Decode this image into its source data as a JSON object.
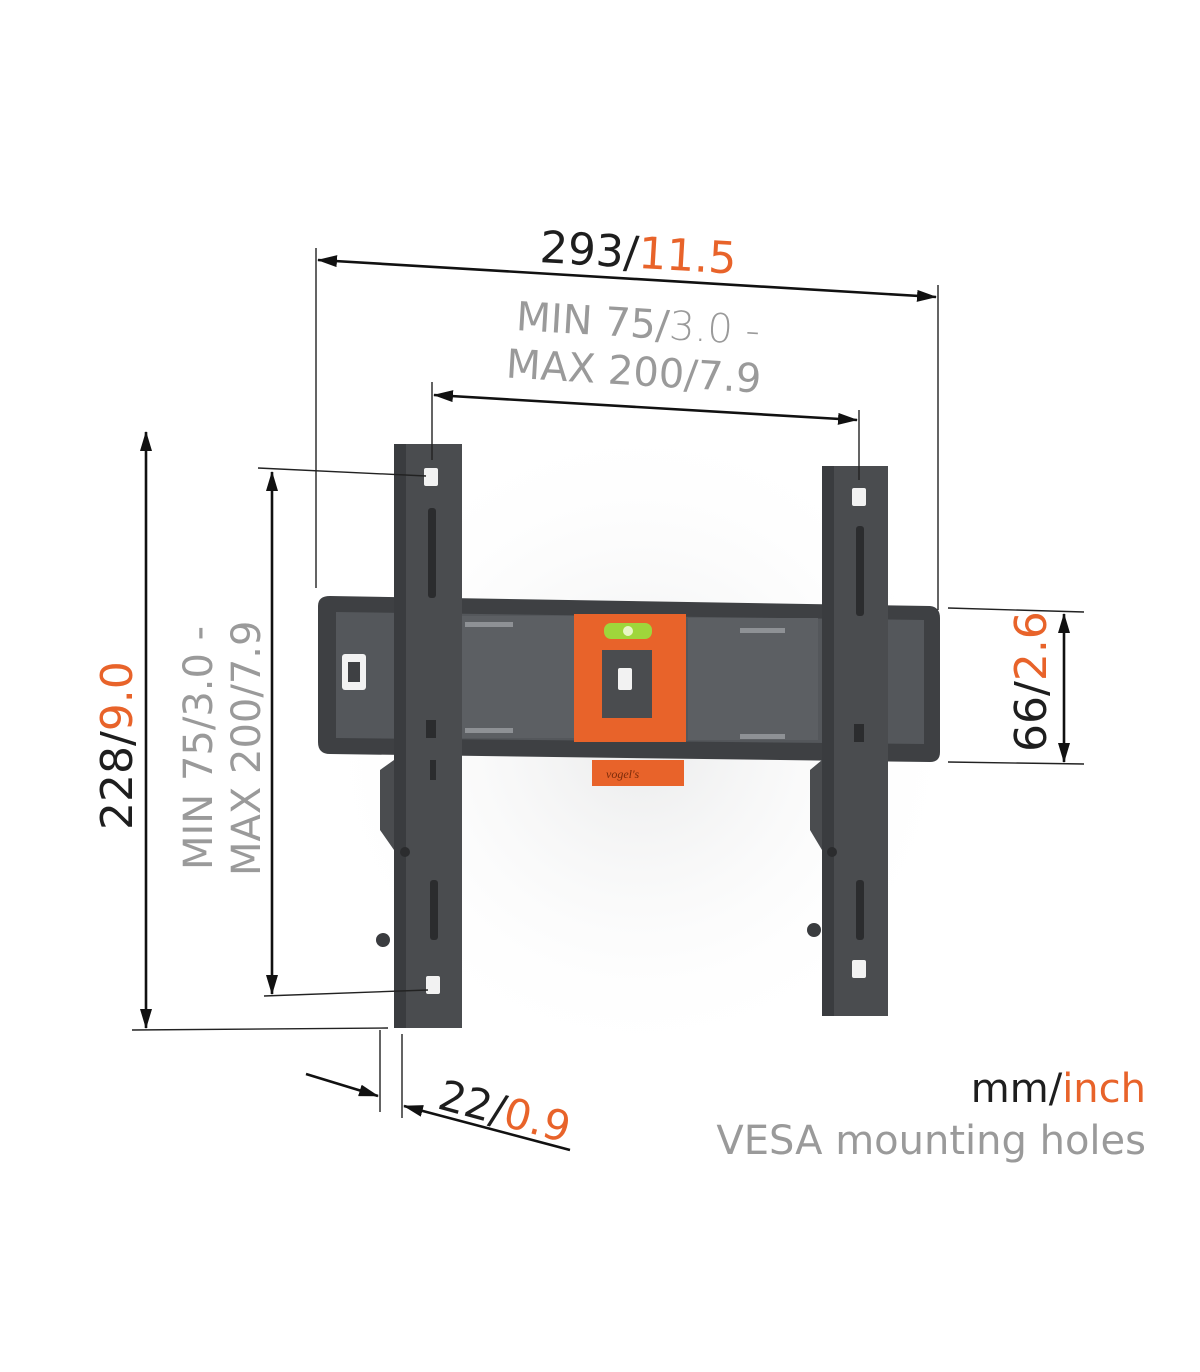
{
  "colors": {
    "dark_text": "#1e1e1e",
    "accent_orange": "#e8632a",
    "grey_text": "#9a9a9a",
    "bracket_body": "#4a4c4f",
    "bracket_shadow": "#2f3133"
  },
  "dimensions": {
    "width_total": {
      "mm": "293",
      "sep": "/",
      "inch": "11.5"
    },
    "vesa_horizontal": {
      "line1_a": "MIN 75/",
      "line1_b": "3.0 -",
      "line2_a": "MAX 200/",
      "line2_b": "7.9"
    },
    "height_total": {
      "mm": "228",
      "sep": "/",
      "inch": "9.0"
    },
    "vesa_vertical": {
      "line1_a": "MIN 75/",
      "line1_b": "3.0 -",
      "line2_a": "MAX 200/",
      "line2_b": "7.9"
    },
    "rail_height": {
      "mm": "66",
      "sep": "/",
      "inch": "2.6"
    },
    "depth": {
      "mm": "22",
      "sep": "/",
      "inch": "0.9"
    }
  },
  "legend": {
    "unit_mm": "mm",
    "unit_sep": "/",
    "unit_inch": "inch",
    "vesa_note": "VESA mounting holes"
  },
  "product": {
    "brand_logo": "vogel's"
  }
}
